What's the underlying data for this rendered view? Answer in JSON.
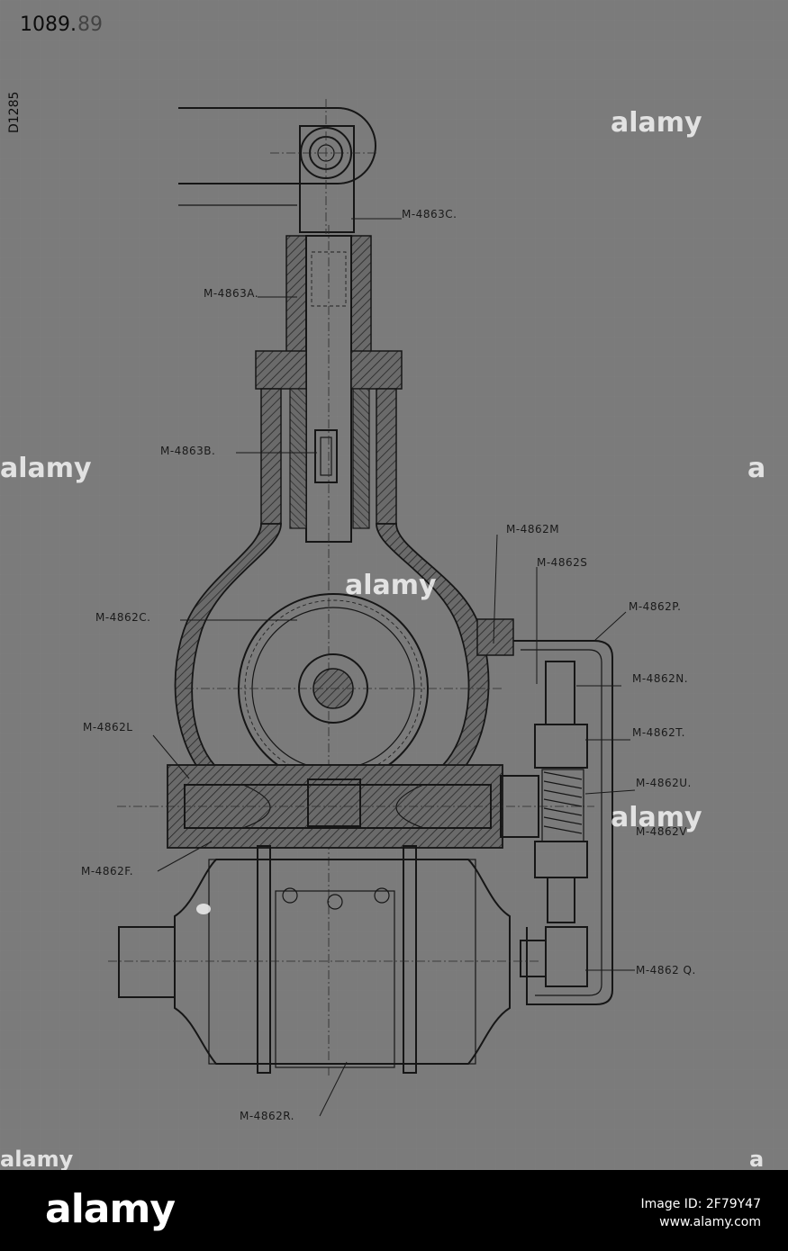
{
  "sheet": {
    "number": "1089.",
    "number_faint": "89",
    "side_code": "D1285"
  },
  "labels": {
    "m4863c": "M-4863C.",
    "m4863a": "M-4863A.",
    "m4863b": "M-4863B.",
    "m4862m": "M-4862M",
    "m4862s": "M-4862S",
    "m4862c": "M-4862C.",
    "m4862p": "M-4862P.",
    "m4862n": "M-4862N.",
    "m4862t": "M-4862T.",
    "m4862l": "M-4862L",
    "m4862u": "M-4862U.",
    "m4862v": "M-4862V",
    "m4862f": "M-4862F.",
    "m4862q": "M-4862 Q.",
    "m4862r": "M-4862R."
  },
  "watermark": {
    "brand": "alamy",
    "brand_small": "a",
    "footer_brand": "alamy",
    "image_id": "Image ID: 2F79Y47",
    "site": "www.alamy.com"
  },
  "colors": {
    "paper": "#7b7b7b",
    "ink": "#161616",
    "hatch": "#2b2b2b",
    "footer": "#000000"
  }
}
